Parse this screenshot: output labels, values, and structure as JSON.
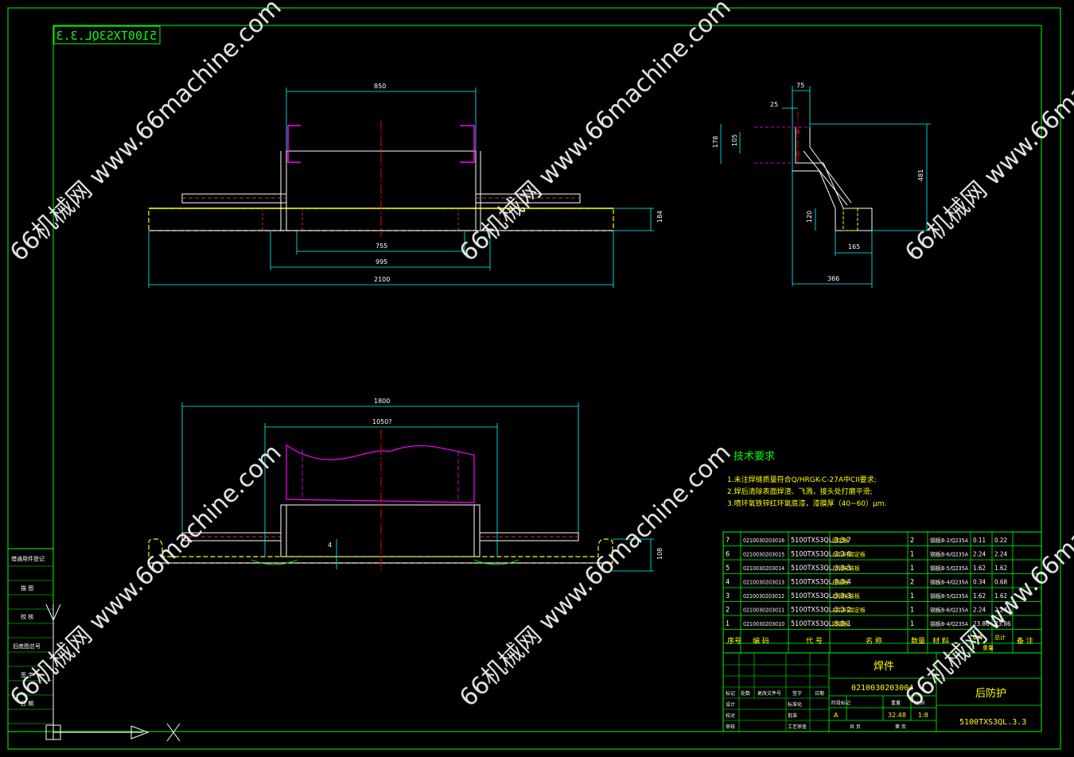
{
  "drawing": {
    "mirrored_code": "5100TXS3QL.3.3",
    "watermark": "66机械网 www.66machine.com"
  },
  "front_view": {
    "dims": {
      "top": "850",
      "mid1": "755",
      "mid2": "995",
      "overall": "2100",
      "height": "184"
    }
  },
  "side_view": {
    "dims": {
      "top": "75",
      "offset": "25",
      "h1": "178",
      "h2": "105",
      "tall": "481",
      "bottom_h": "120",
      "bottom_w": "165",
      "overall_w": "366"
    }
  },
  "plan_view": {
    "dims": {
      "top": "1800",
      "inner": "1050?",
      "height": "108",
      "small": "4"
    }
  },
  "tech_req": {
    "title": "技术要求",
    "lines": [
      "1.未注焊缝质量符合Q/HRGK-C-27A中CII要求;",
      "2.焊后清除表面焊渣、飞溅，接头处打磨平滑;",
      "3.喷环氧铁锌红环氧底漆，漆膜厚（40~60）μm."
    ]
  },
  "bom": {
    "rows": [
      {
        "no": "7",
        "code": "0210030203016",
        "drawing": "5100TXS3QL.3.3-7",
        "name": "固定板",
        "qty": "2",
        "material": "钢板B-2/Q235A",
        "unit": "0.11",
        "total": "0.22"
      },
      {
        "no": "6",
        "code": "0210030203015",
        "drawing": "5100TXS3QL.3.3-6",
        "name": "左后灯固定板",
        "qty": "1",
        "material": "钢板B-6/Q235A",
        "unit": "2.24",
        "total": "2.24"
      },
      {
        "no": "5",
        "code": "0210030203014",
        "drawing": "5100TXS3QL.3.3-5",
        "name": "左侧安装板",
        "qty": "1",
        "material": "钢板B-5/Q235A",
        "unit": "1.62",
        "total": "1.62"
      },
      {
        "no": "4",
        "code": "0210030203013",
        "drawing": "5100TXS3QL.3.3-4",
        "name": "连接板",
        "qty": "2",
        "material": "钢板B-4/Q235A",
        "unit": "0.34",
        "total": "0.68"
      },
      {
        "no": "3",
        "code": "0210030203012",
        "drawing": "5100TXS3QL.3.3-3",
        "name": "右侧安装板",
        "qty": "1",
        "material": "钢板B-5/Q235A",
        "unit": "1.62",
        "total": "1.62"
      },
      {
        "no": "2",
        "code": "0210030203011",
        "drawing": "5100TXS3QL.3.3-2",
        "name": "右后灯固定板",
        "qty": "1",
        "material": "钢板B-6/Q235A",
        "unit": "2.24",
        "total": "2.24"
      },
      {
        "no": "1",
        "code": "0210030203010",
        "drawing": "5100TXS3QL.3.3-1",
        "name": "防撞板",
        "qty": "1",
        "material": "钢板B-4/Q235A",
        "unit": "23.86",
        "total": "23.86"
      }
    ],
    "header": {
      "no": "序号",
      "code": "编 码",
      "drawing": "代 号",
      "name": "名 称",
      "qty": "数量",
      "material": "材 料",
      "unit": "单件",
      "total": "总计",
      "weight": "重量",
      "remark": "备 注"
    }
  },
  "title_block": {
    "type": "焊件",
    "code": "0210030203004",
    "name": "后防护",
    "drawing_no": "5100TXS3QL.3.3",
    "stage": "A",
    "weight": "32.48",
    "scale": "1:8",
    "labels": {
      "mark": "标记",
      "count": "处数",
      "doc": "更改文件号",
      "sign": "签字",
      "date": "日期",
      "design": "设计",
      "standard": "标准化",
      "check": "校对",
      "review": "审核",
      "approve": "批准",
      "process": "工艺审查",
      "stage_mark": "阶段标记",
      "weight_label": "重量",
      "scale_label": "比例",
      "sheet_total": "共 页",
      "sheet_no": "第 页"
    }
  },
  "side_block": {
    "labels": [
      "借通用件登记",
      "描 图",
      "校 核",
      "旧底图总号",
      "签 字",
      "日 期"
    ]
  }
}
